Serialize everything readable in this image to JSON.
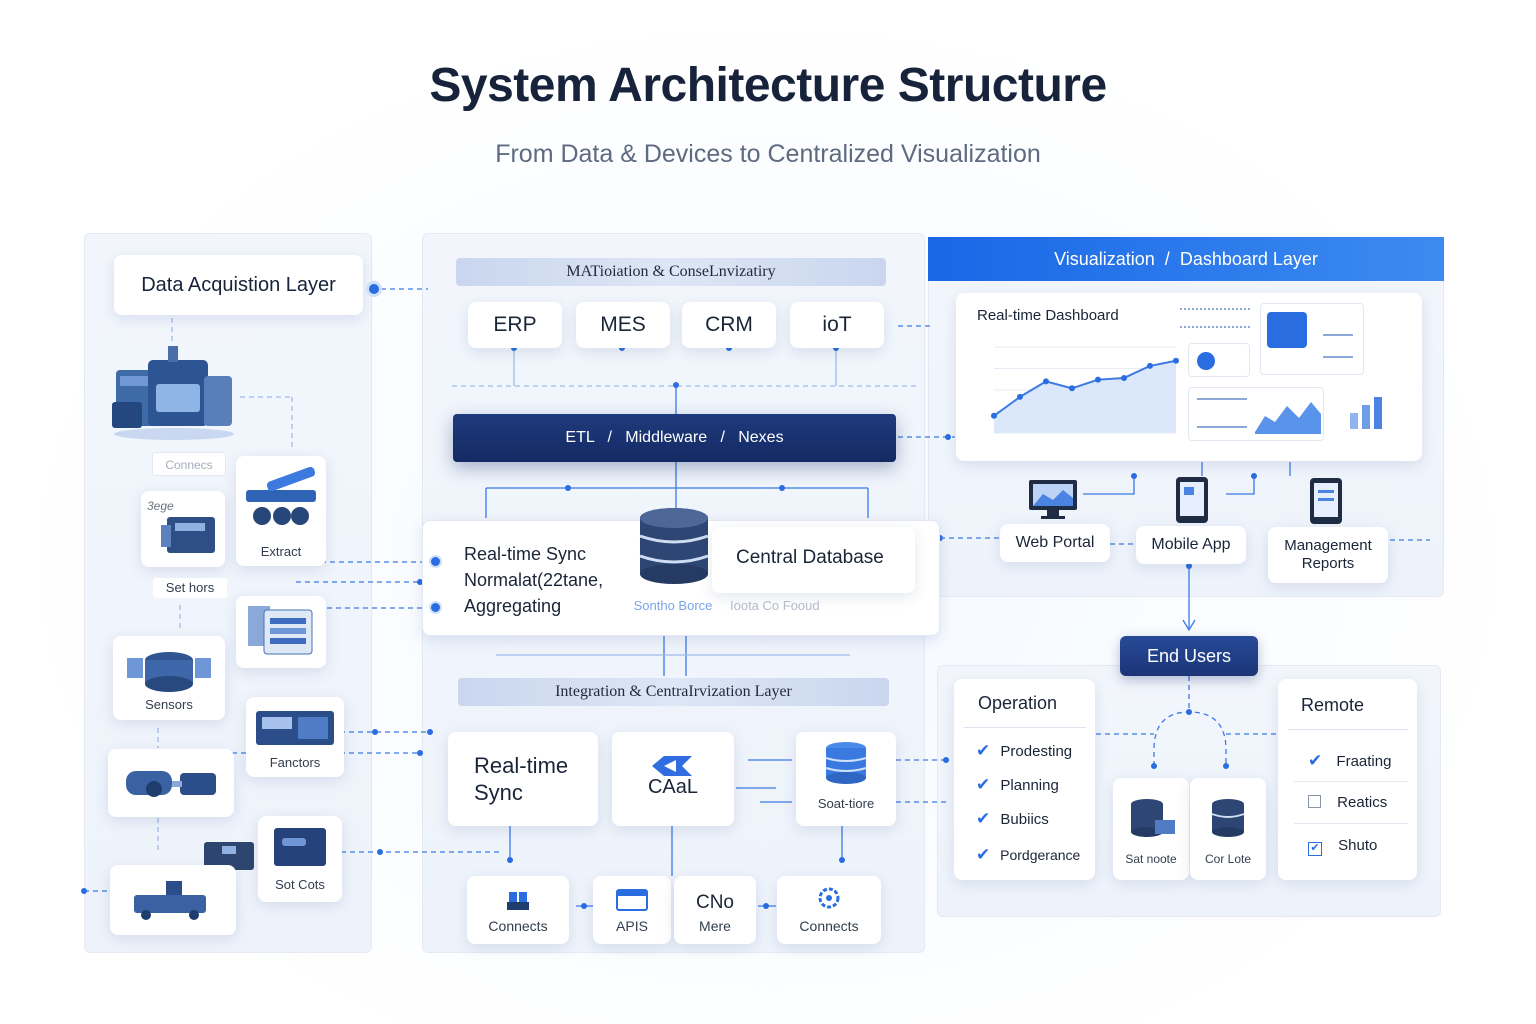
{
  "header": {
    "title": "System Architecture Structure",
    "subtitle": "From Data & Devices to Centralized Visualization"
  },
  "left": {
    "title": "Data Acquistion Layer",
    "labels": {
      "connect": "Connecs",
      "extract": "Extract",
      "sensors_small": "Set hors",
      "sensors": "Sensors",
      "factors": "Fanctors",
      "sot_cots": "Sot Cots",
      "mini_note": "3ege"
    }
  },
  "center": {
    "top_band": "MATioiation & ConseLnvizatiry",
    "systems": [
      "ERP",
      "MES",
      "CRM",
      "ioT"
    ],
    "etl_bar": "ETL   /   Middleware   /   Nexes",
    "sync_lines": [
      "Real-time Sync",
      "Normalat(22tane,",
      "Aggregating"
    ],
    "central_db": "Central Database",
    "db_caption_left": "Sontho Borce",
    "db_caption_right": "Ioota Co Fooud",
    "bottom_band": "Integration & CentraIrvization Layer",
    "realtime_sync": "Real-time Sync",
    "cal": "CAaL",
    "soat_tore": "Soat-tiore",
    "connects_left": "Connects",
    "apis": "APIS",
    "cno_big": "CNo",
    "mere": "Mere",
    "connects_right": "Connects"
  },
  "right": {
    "header": "Visualization  /  Dashboard Layer",
    "dashboard_title": "Real-time Dashboard",
    "devices": [
      "Web Portal",
      "Mobile App",
      "Management Reports"
    ],
    "end_users": "End Users",
    "operation_title": "Operation",
    "operation_items": [
      "Prodesting",
      "Planning",
      "Bubiics",
      "Pordgerance"
    ],
    "db_labels": [
      "Sat noote",
      "Cor Lote"
    ],
    "remote_title": "Remote",
    "remote_items": [
      "Fraating",
      "Reatics",
      "Shuto"
    ]
  },
  "chart_data": {
    "type": "line",
    "title": "",
    "x": [
      1,
      2,
      3,
      4,
      5,
      6,
      7,
      8
    ],
    "values": [
      20,
      42,
      60,
      52,
      62,
      64,
      78,
      84
    ],
    "ylim": [
      0,
      100
    ],
    "grid": true
  },
  "colors": {
    "accent": "#2a6de0",
    "dark_navy": "#142a63",
    "header_blue": "#1967e6",
    "panel_bg": "#eef3fb"
  }
}
